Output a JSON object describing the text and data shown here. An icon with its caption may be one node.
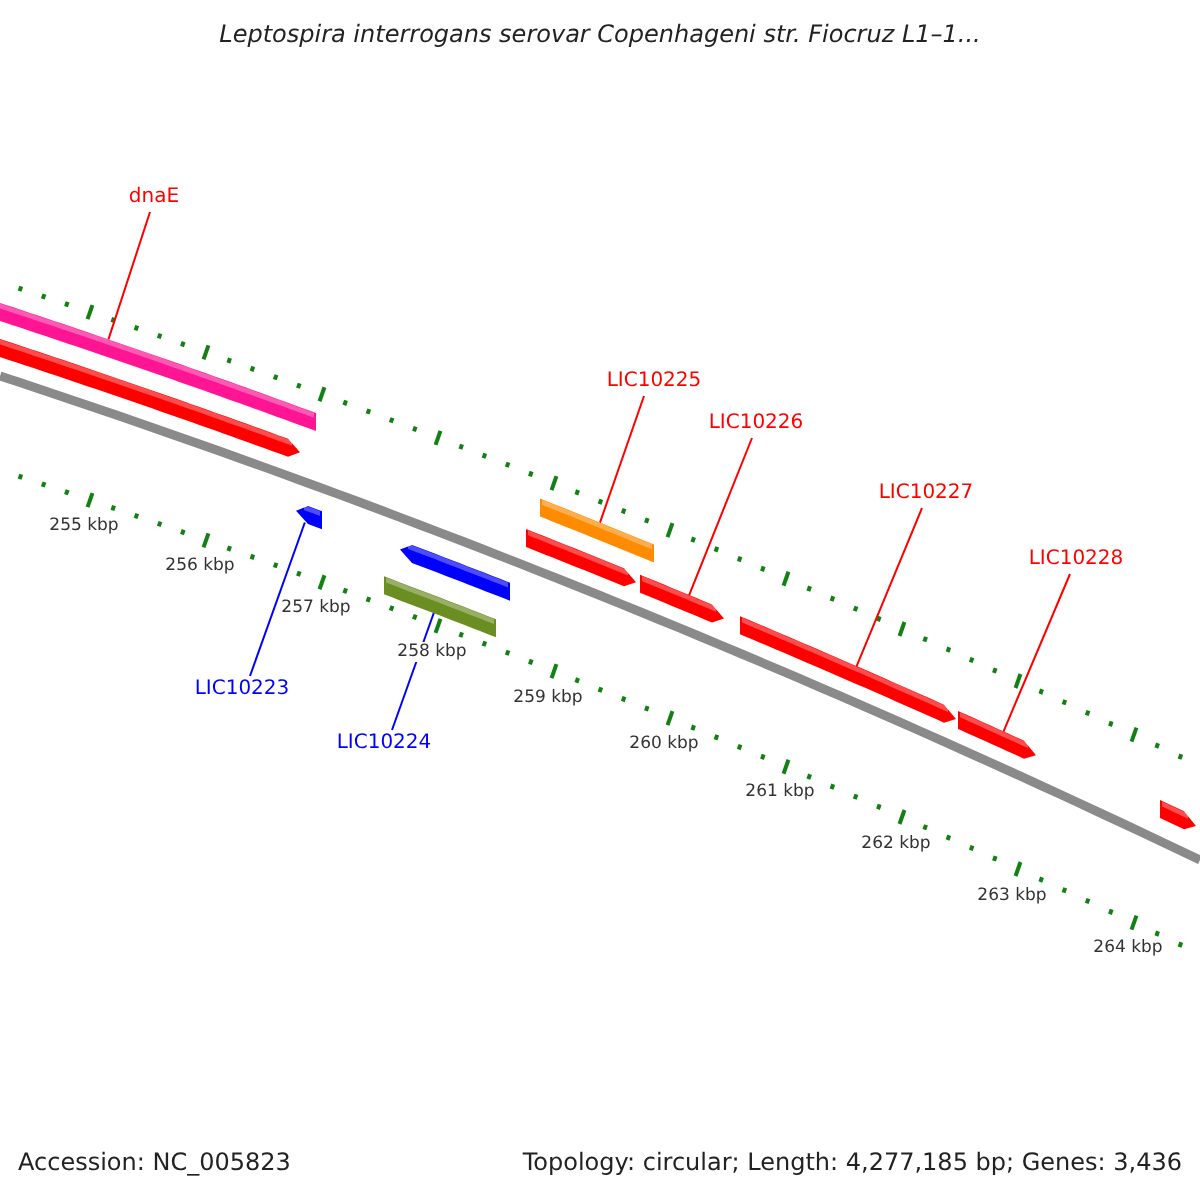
{
  "diagram": {
    "title": "Leptospira interrogans serovar Copenhageni str. Fiocruz L1–1...",
    "nodes": [
      {
        "text": [
          "dnaE"
        ]
      },
      {
        "text": [],
        "shape": "bar"
      },
      {
        "text": [
          "LIC10225"
        ]
      },
      {
        "text": [],
        "shape": "bar"
      },
      {
        "text": [
          "LIC10226"
        ]
      },
      {
        "text": [],
        "shape": "bar"
      },
      {
        "text": [
          "LIC10227"
        ]
      },
      {
        "text": [],
        "shape": "bar"
      },
      {
        "text": [
          "LIC10228"
        ]
      },
      {
        "text": [],
        "shape": "bar"
      },
      {
        "text": [
          "LIC10223"
        ]
      },
      {
        "text": [],
        "shape": "bar"
      },
      {
        "text": [
          "LIC10224"
        ]
      },
      {
        "text": [],
        "shape": "bar"
      }
    ],
    "edges": [
      {
        "from": 0,
        "to": 1,
        "arrow": "none"
      },
      {
        "from": 2,
        "to": 3,
        "arrow": "none"
      },
      {
        "from": 4,
        "to": 5,
        "arrow": "none"
      },
      {
        "from": 6,
        "to": 7,
        "arrow": "none"
      },
      {
        "from": 8,
        "to": 9,
        "arrow": "none"
      },
      {
        "from": 10,
        "to": 11,
        "arrow": "none",
        "color": "#0000ff"
      },
      {
        "from": 12,
        "to": 13,
        "arrow": "none",
        "color": "#0000ff"
      }
    ],
    "labels": [
      "255 kbp",
      "256 kbp",
      "257 kbp",
      "258 kbp",
      "259 kbp",
      "260 kbp",
      "261 kbp",
      "262 kbp",
      "263 kbp",
      "264 kbp",
      "Accession: NC_005823",
      "Topology: circular; Length: 4,277,185 bp; Genes: 3,436"
    ]
  }
}
